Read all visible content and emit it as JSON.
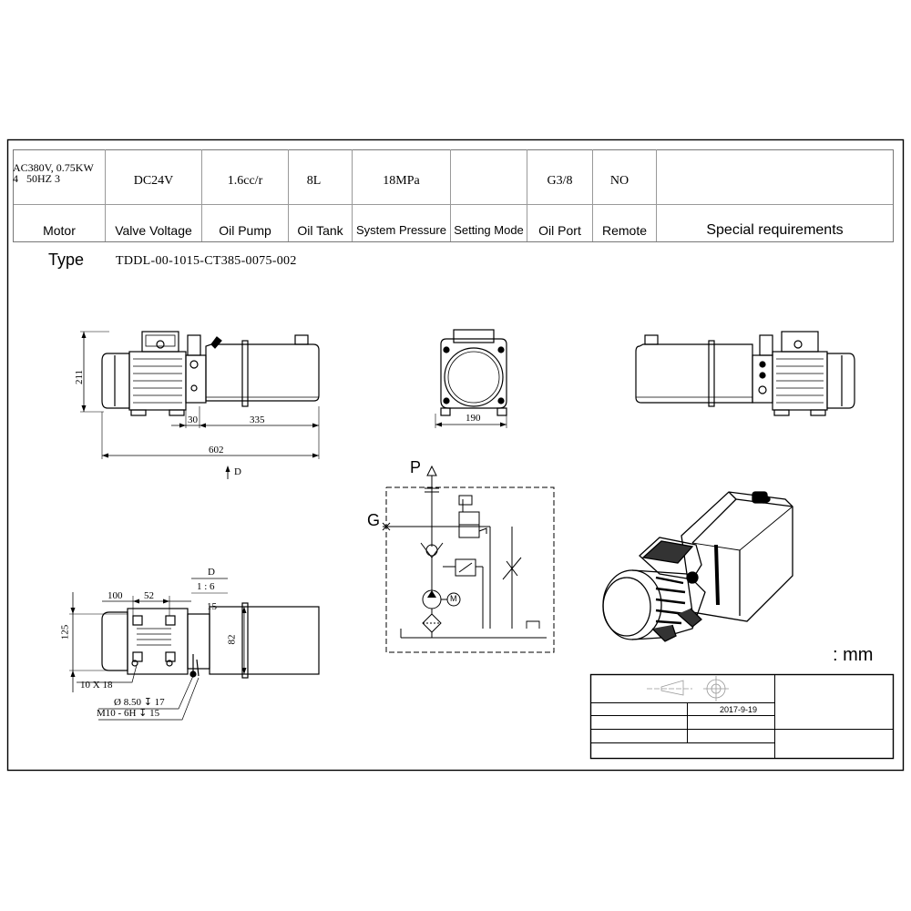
{
  "spec_table": {
    "motor_value_line1": "AC380V, 0.75KW",
    "motor_value_line2": "4   50HZ 3",
    "valve_voltage_value": "DC24V",
    "oil_pump_value": "1.6cc/r",
    "oil_tank_value": "8L",
    "system_pressure_value": "18MPa",
    "setting_mode_value": "",
    "oil_port_value": "G3/8",
    "remote_value": "NO",
    "special_requirements_value": "",
    "headers": {
      "motor": "Motor",
      "valve_voltage": "Valve Voltage",
      "oil_pump": "Oil Pump",
      "oil_tank": "Oil Tank",
      "system_pressure": "System Pressure",
      "setting_mode": "Setting Mode",
      "oil_port": "Oil Port",
      "remote": "Remote",
      "special_requirements": "Special requirements"
    }
  },
  "type_label": "Type",
  "type_code": "TDDL-00-1015-CT385-0075-002",
  "front_view": {
    "height_dim": "211",
    "dim_30": "30",
    "dim_335": "335",
    "overall_length": "602",
    "view_arrow_label": "D"
  },
  "end_view": {
    "width_dim": "190"
  },
  "bottom_view": {
    "view_title": "D",
    "scale": "1 : 6",
    "dim_100": "100",
    "dim_52": "52",
    "dim_15": "15",
    "dim_125": "125",
    "dim_82": "82",
    "slot_note": "10 X 18",
    "hole_note_1": "Ø 8.50 ↧ 17",
    "hole_note_2": "M10 - 6H ↧ 15"
  },
  "schematic": {
    "port_p": "P",
    "port_g": "G",
    "motor_symbol": "M"
  },
  "units_note": ": mm",
  "title_block": {
    "date": "2017-9-19"
  }
}
